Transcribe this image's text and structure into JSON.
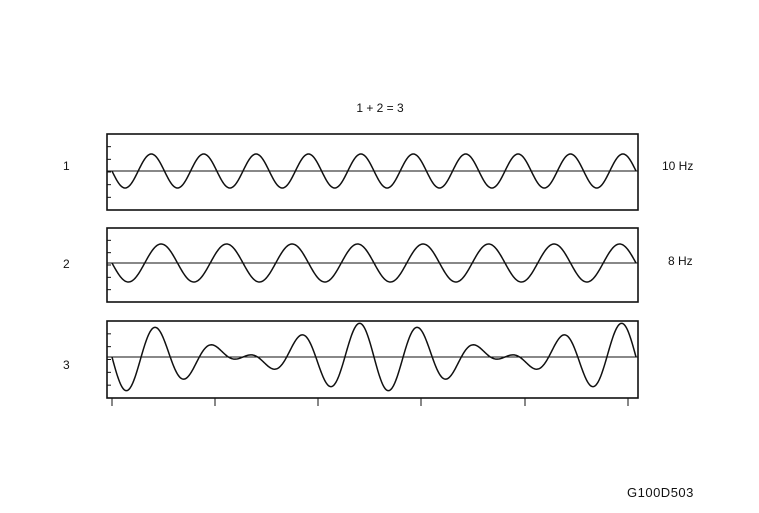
{
  "chart_data": [
    {
      "type": "line",
      "title": "1 + 2 = 3",
      "row_label": "1",
      "annotation": "10 Hz",
      "series": [
        {
          "frequency_hz": 10,
          "amplitude": 1.0,
          "cycles_shown": 10
        }
      ],
      "grid": false
    },
    {
      "type": "line",
      "row_label": "2",
      "annotation": "8 Hz",
      "series": [
        {
          "frequency_hz": 8,
          "amplitude": 1.0,
          "cycles_shown": 8
        }
      ],
      "grid": false
    },
    {
      "type": "line",
      "row_label": "3",
      "annotation": "",
      "description_formula": "sum of trace 1 and trace 2 (beat pattern)",
      "series": [
        {
          "components_hz": [
            10,
            8
          ],
          "amplitude": 2.0
        }
      ],
      "grid": false
    }
  ],
  "figure_code": "G100D503",
  "colors": {
    "ink": "#111111",
    "background": "#ffffff"
  }
}
